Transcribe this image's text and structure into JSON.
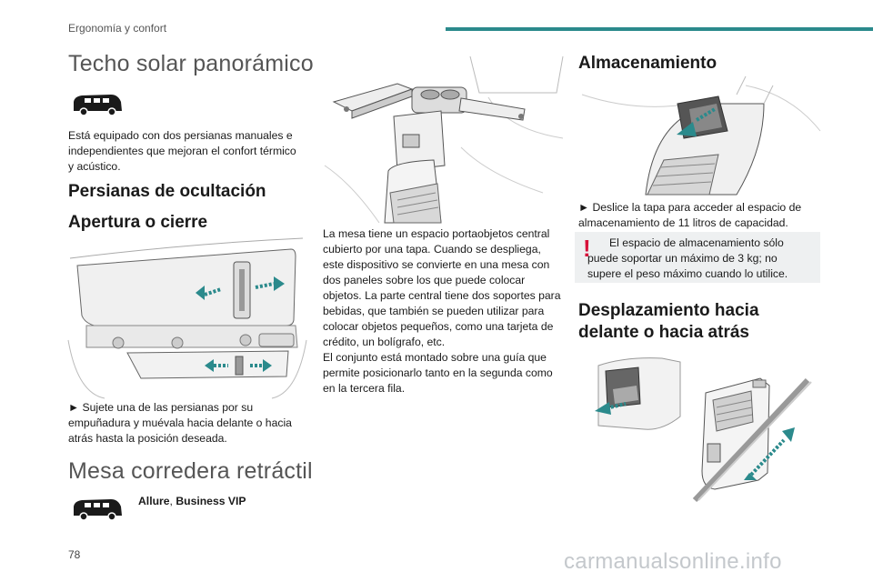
{
  "header": {
    "section": "Ergonomía y confort",
    "accent_color": "#2b8a8c"
  },
  "col1": {
    "title1": "Techo solar panorámico",
    "intro": "Está equipado con dos persianas manuales e independientes que mejoran el confort térmico y acústico.",
    "h_persianas": "Persianas de ocultación",
    "h_apertura": "Apertura o cierre",
    "step_persianas": "► Sujete una de las persianas por su empuñadura y muévala hacia delante o hacia atrás hasta la posición deseada.",
    "title2": "Mesa corredera retráctil",
    "versions_bold1": "Allure",
    "versions_sep": ", ",
    "versions_bold2": "Business VIP"
  },
  "col2": {
    "paragraph": "La mesa tiene un espacio portaobjetos central cubierto por una tapa. Cuando se despliega, este dispositivo se convierte en una mesa con dos paneles sobre los que puede colocar objetos. La parte central tiene dos soportes para bebidas, que también se pueden utilizar para colocar objetos pequeños, como una tarjeta de crédito, un bolígrafo, etc.\nEl conjunto está montado sobre una guía que permite posicionarlo tanto en la segunda como en la tercera fila."
  },
  "col3": {
    "h_almacenamiento": "Almacenamiento",
    "step_almacenamiento": "► Deslice la tapa para acceder al espacio de almacenamiento de 11 litros de capacidad.",
    "warning_mark": "!",
    "warning_text": "El espacio de almacenamiento sólo puede soportar un máximo de 3 kg; no supere el peso máximo cuando lo utilice.",
    "h_desplazamiento": "Desplazamiento hacia delante o hacia atrás"
  },
  "footer": {
    "page_number": "78",
    "watermark": "carmanualsonline.info"
  },
  "icons": [
    "vehicle-icon",
    "vehicle-icon",
    "arrow-icon"
  ],
  "colors": {
    "accent": "#2b8a8c",
    "warning": "#d7113a",
    "warning_bg": "#eef0f1"
  }
}
